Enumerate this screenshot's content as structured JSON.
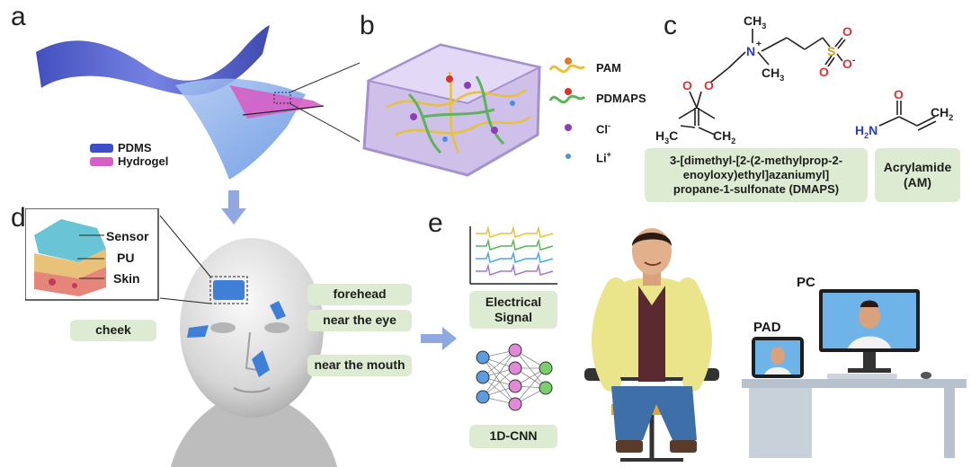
{
  "panels": {
    "a": "a",
    "b": "b",
    "c": "c",
    "d": "d",
    "e": "e"
  },
  "panel_a": {
    "legend": [
      {
        "label": "PDMS",
        "color": "#3d4ec7"
      },
      {
        "label": "Hydrogel",
        "color": "#d65fc7"
      }
    ]
  },
  "panel_b": {
    "legend": [
      {
        "label": "PAM"
      },
      {
        "label": "PDMAPS"
      },
      {
        "label": "Cl",
        "sup": "-"
      },
      {
        "label": "Li",
        "sup": "+"
      }
    ]
  },
  "panel_c": {
    "atoms": {
      "ch3_top": "CH",
      "ch3_top_sub": "3",
      "n": "N",
      "n_charge": "+",
      "ch3_right": "CH",
      "ch3_right_sub": "3",
      "o_ester": "O",
      "o_carbonyl": "O",
      "s": "S",
      "o_s1": "O",
      "o_s2": "O",
      "o_minus": "O",
      "o_minus_charge": "-",
      "h3c": "H",
      "h3c_sub": "3",
      "h3c_c": "C",
      "ch2": "CH",
      "ch2_sub": "2",
      "am_o": "O",
      "h2n": "H",
      "h2n_sub": "2",
      "h2n_n": "N",
      "am_ch2": "CH",
      "am_ch2_sub": "2"
    },
    "dmaps_name_lines": [
      "3-[dimethyl-[2-(2-methylprop-2-",
      "enoyloxy)ethyl]azaniumyl]",
      "propane-1-sulfonate (DMAPS)"
    ],
    "am_name_lines": [
      "Acrylamide",
      "(AM)"
    ]
  },
  "panel_d": {
    "layers": [
      "Sensor",
      "PU",
      "Skin"
    ],
    "locations": [
      "cheek",
      "forehead",
      "near the eye",
      "near the mouth"
    ]
  },
  "panel_e": {
    "signal_label_lines": [
      "Electrical",
      "Signal"
    ],
    "cnn_label": "1D-CNN",
    "devices": {
      "pad": "PAD",
      "pc": "PC"
    }
  },
  "colors": {
    "label_green": "#dcebd1",
    "pdms": "#3d4ec7",
    "hydrogel": "#d65fc7",
    "sensor_blue": "#3f7fd8",
    "arrow_blue": "#8fa9e0"
  }
}
